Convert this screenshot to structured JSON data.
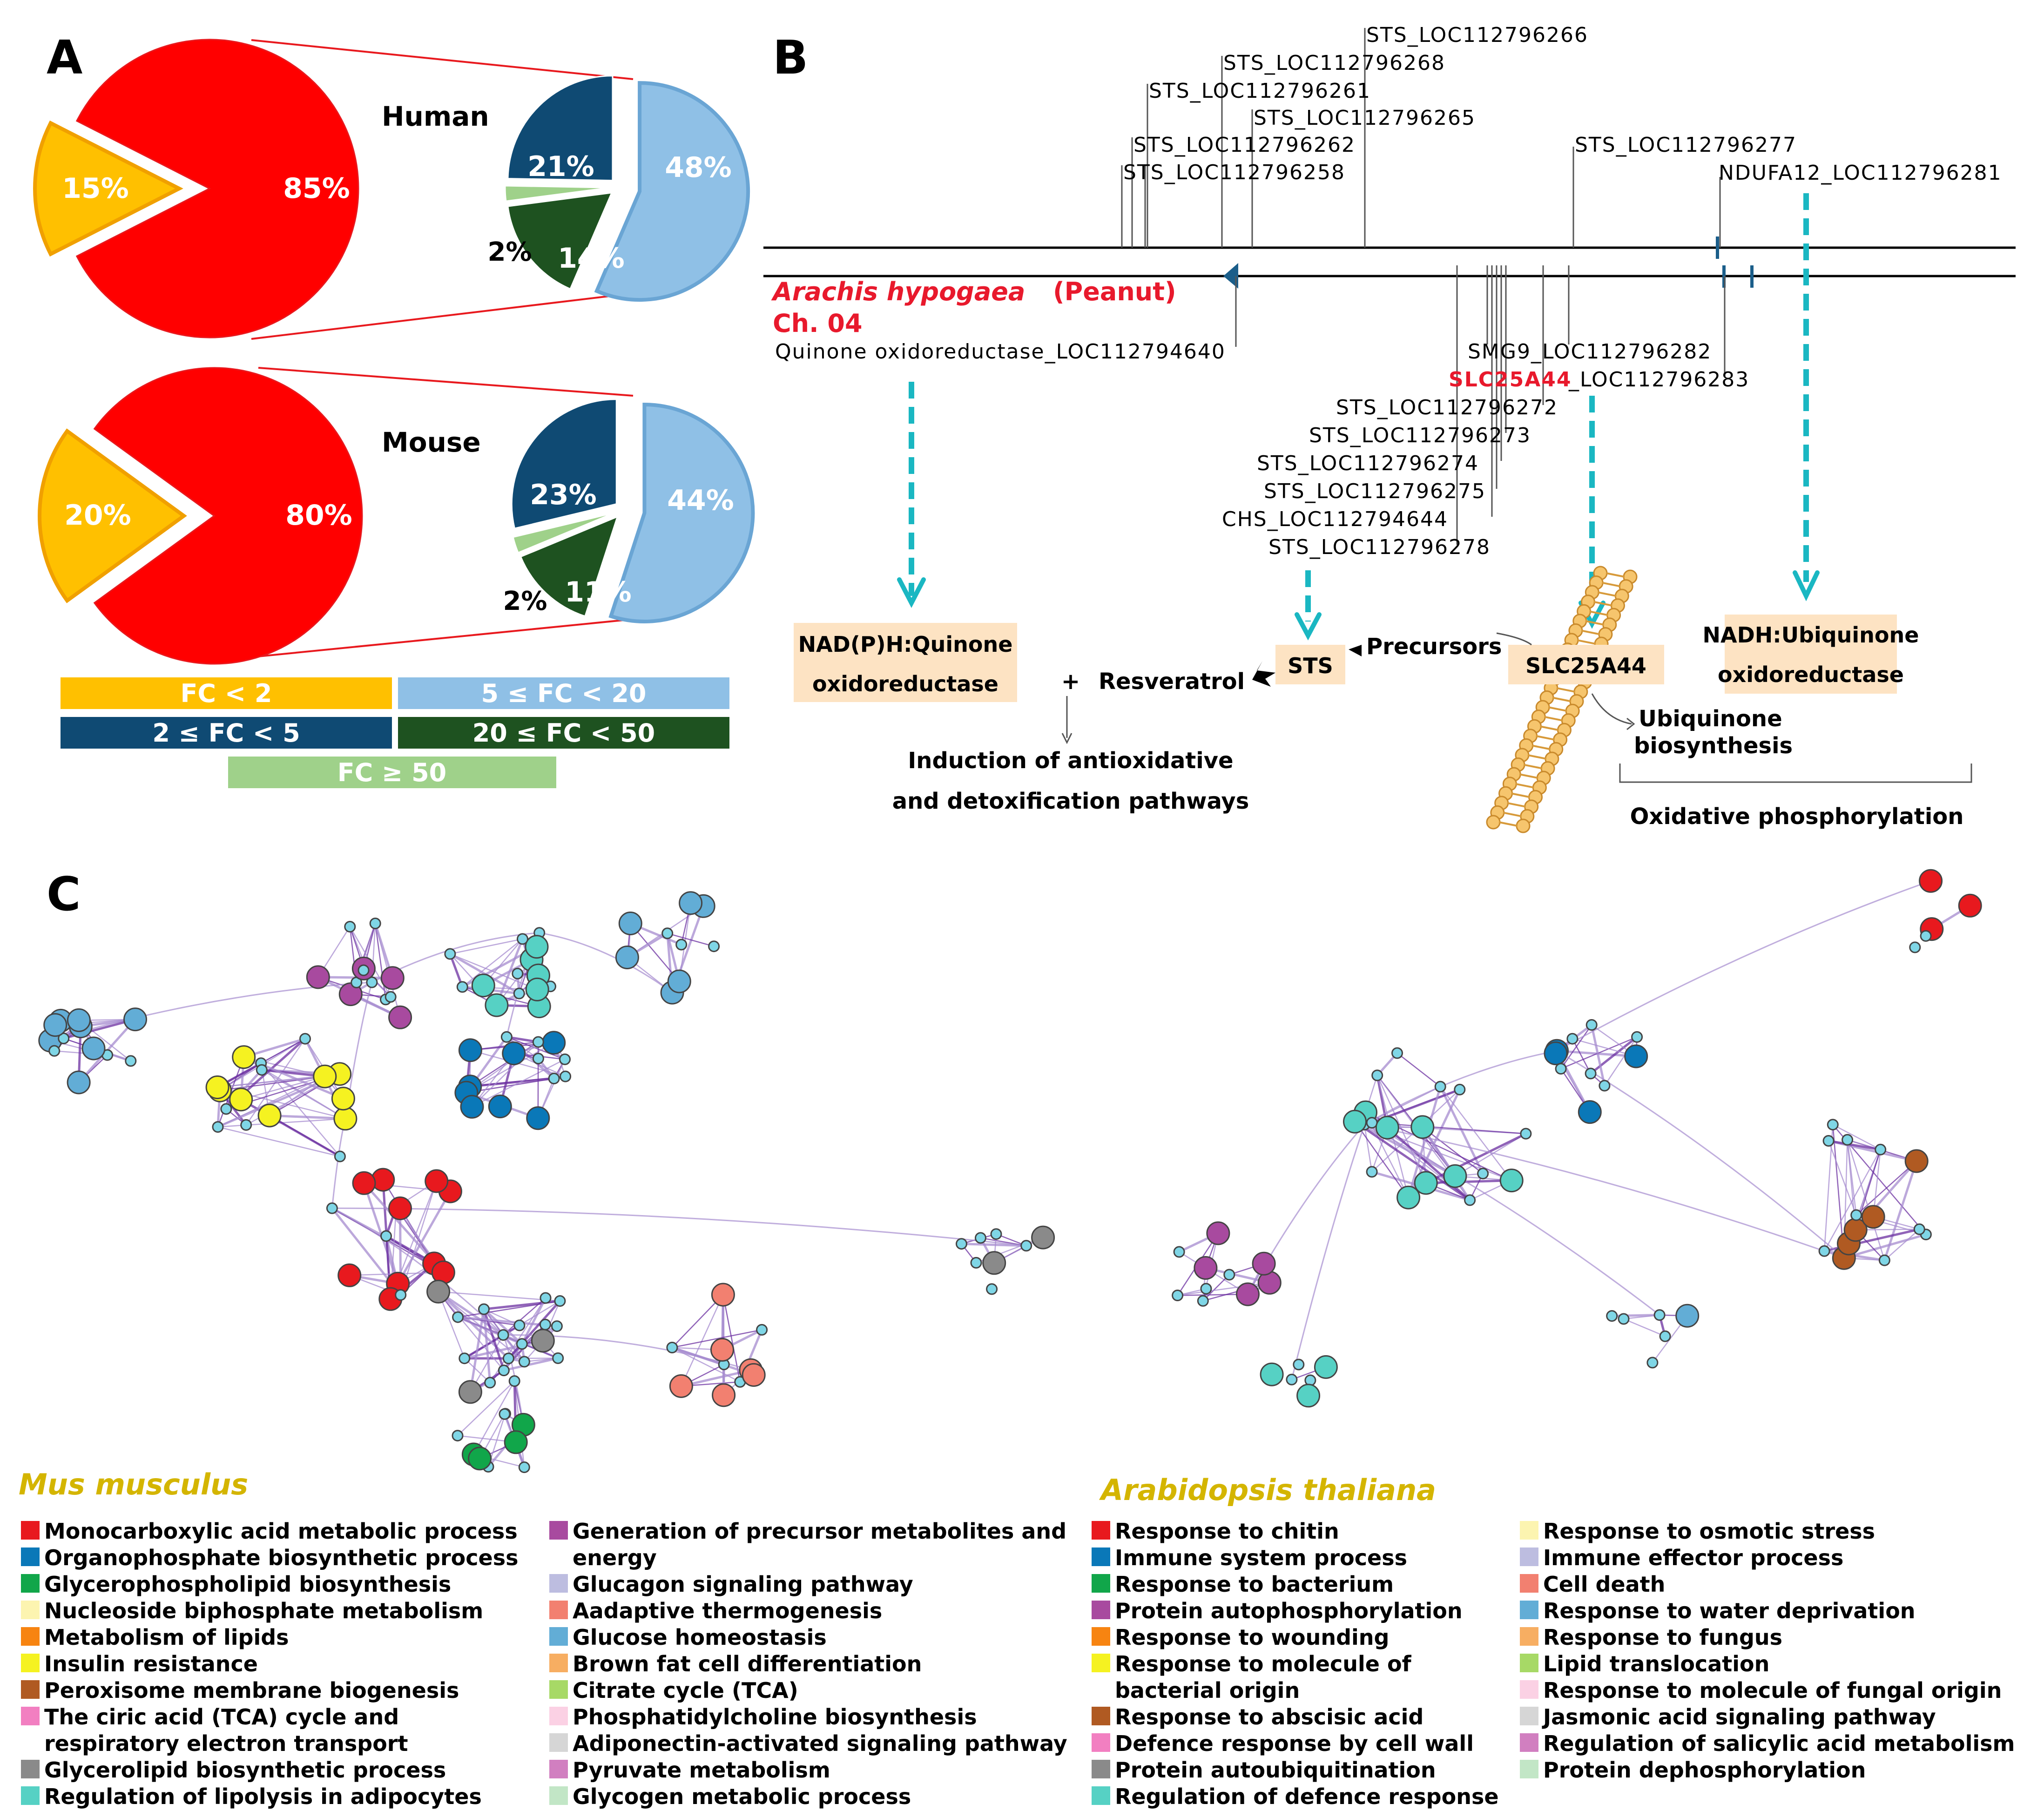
{
  "panels": {
    "a": "A",
    "b": "B",
    "c": "C"
  },
  "panel_a": {
    "human": {
      "species": "Human",
      "main": {
        "small_pct": 15,
        "small_label": "15%",
        "large_pct": 85,
        "large_label": "85%"
      },
      "detail": [
        {
          "key": "fc_5_20",
          "pct": 48,
          "label": "48%"
        },
        {
          "key": "fc_20_50",
          "pct": 14,
          "label": "14%"
        },
        {
          "key": "fc_ge50",
          "pct": 2,
          "label": "2%"
        },
        {
          "key": "fc_2_5",
          "pct": 21,
          "label": "21%"
        }
      ]
    },
    "mouse": {
      "species": "Mouse",
      "main": {
        "small_pct": 20,
        "small_label": "20%",
        "large_pct": 80,
        "large_label": "80%"
      },
      "detail": [
        {
          "key": "fc_5_20",
          "pct": 44,
          "label": "44%"
        },
        {
          "key": "fc_20_50",
          "pct": 11,
          "label": "11%"
        },
        {
          "key": "fc_ge50",
          "pct": 2,
          "label": "2%"
        },
        {
          "key": "fc_2_5",
          "pct": 23,
          "label": "23%"
        }
      ]
    },
    "legend": [
      {
        "key": "fc_lt2",
        "label": "FC < 2",
        "color": "#ffc000"
      },
      {
        "key": "fc_5_20",
        "label": "5 ≤ FC < 20",
        "color": "#8fc0e6"
      },
      {
        "key": "fc_2_5",
        "label": "2 ≤ FC < 5",
        "color": "#0f4a73"
      },
      {
        "key": "fc_20_50",
        "label": "20 ≤ FC < 50",
        "color": "#1e5220"
      },
      {
        "key": "fc_ge50",
        "label": "FC ≥ 50",
        "color": "#9fd18a"
      }
    ],
    "colors": {
      "large": "#ff0000",
      "small": "#ffc000"
    }
  },
  "panel_b": {
    "top_genes": [
      "STS_LOC112796266",
      "STS_LOC112796268",
      "STS_LOC112796261",
      "STS_LOC112796265",
      "STS_LOC112796262",
      "STS_LOC112796258",
      "STS_LOC112796277",
      "NDUFA12_LOC112796281"
    ],
    "organism": "Arachis hypogaea",
    "organism_common": "(Peanut)",
    "chromosome": "Ch. 04",
    "quinone_gene": "Quinone oxidoreductase_LOC112794640",
    "smg9": "SMG9_LOC112796282",
    "slc_name": "SLC25A44",
    "slc_loc": "_LOC112796283",
    "bottom_genes": [
      "STS_LOC112796272",
      "STS_LOC112796273",
      "STS_LOC112796274",
      "STS_LOC112796275",
      "CHS_LOC112794644",
      "STS_LOC112796278"
    ],
    "boxes": {
      "nadph_line1": "NAD(P)H:Quinone",
      "nadph_line2": "oxidoreductase",
      "sts": "STS",
      "slc": "SLC25A44",
      "nadh_line1": "NADH:Ubiquinone",
      "nadh_line2": "oxidoreductase"
    },
    "texts": {
      "plus": "+",
      "resveratrol": "Resveratrol",
      "precursors": "Precursors",
      "induction_line1": "Induction of antioxidative",
      "induction_line2": "and detoxification pathways",
      "ubiquinone_line1": "Ubiquinone",
      "ubiquinone_line2": "biosynthesis",
      "oxphos": "Oxidative phosphorylation"
    }
  },
  "panel_c": {
    "mus": {
      "title": "Mus musculus",
      "col1": [
        {
          "label": "Monocarboxylic acid metabolic process",
          "color": "#e8191e"
        },
        {
          "label": "Organophosphate biosynthetic process",
          "color": "#0a78b8"
        },
        {
          "label": "Glycerophospholipid biosynthesis",
          "color": "#11a64a"
        },
        {
          "label": "Nucleoside biphosphate metabolism",
          "color": "#fcf4b0"
        },
        {
          "label": "Metabolism of lipids",
          "color": "#f78411"
        },
        {
          "label": "Insulin resistance",
          "color": "#f5f221"
        },
        {
          "label": "Peroxisome membrane biogenesis",
          "color": "#b05a22"
        },
        {
          "label": "The ciric acid (TCA) cycle and",
          "color": "#f27fc1"
        },
        {
          "label": "respiratory electron transport",
          "color": ""
        },
        {
          "label": "Glycerolipid biosynthetic process",
          "color": "#8a8a8a"
        },
        {
          "label": "Regulation of lipolysis in adipocytes",
          "color": "#56d1c4"
        }
      ],
      "col2": [
        {
          "label": "Generation of precursor metabolites and",
          "color": "#a84a9f"
        },
        {
          "label": "energy",
          "color": ""
        },
        {
          "label": "Glucagon signaling pathway",
          "color": "#bdbde0"
        },
        {
          "label": "Aadaptive thermogenesis",
          "color": "#f28070"
        },
        {
          "label": "Glucose homeostasis",
          "color": "#62add6"
        },
        {
          "label": "Brown fat cell differentiation",
          "color": "#f7ae62"
        },
        {
          "label": "Citrate cycle (TCA)",
          "color": "#a7d966"
        },
        {
          "label": "Phosphatidylcholine biosynthesis",
          "color": "#fbd1e4"
        },
        {
          "label": "Adiponectin-activated signaling pathway",
          "color": "#d6d6d6"
        },
        {
          "label": "Pyruvate metabolism",
          "color": "#d17fc0"
        },
        {
          "label": "Glycogen metabolic process",
          "color": "#c2e6c6"
        }
      ]
    },
    "ara": {
      "title": "Arabidopsis thaliana",
      "col1": [
        {
          "label": "Response to chitin",
          "color": "#e8191e"
        },
        {
          "label": "Immune system process",
          "color": "#0a78b8"
        },
        {
          "label": "Response to bacterium",
          "color": "#11a64a"
        },
        {
          "label": "Protein autophosphorylation",
          "color": "#a84a9f"
        },
        {
          "label": "Response to wounding",
          "color": "#f78411"
        },
        {
          "label": "Response to molecule of",
          "color": "#f5f221"
        },
        {
          "label": "bacterial origin",
          "color": ""
        },
        {
          "label": "Response to abscisic acid",
          "color": "#b05a22"
        },
        {
          "label": "Defence response by cell wall",
          "color": "#f27fc1"
        },
        {
          "label": "Protein autoubiquitination",
          "color": "#8a8a8a"
        },
        {
          "label": "Regulation of defence response",
          "color": "#56d1c4"
        }
      ],
      "col2": [
        {
          "label": "Response to osmotic stress",
          "color": "#fcf4b0"
        },
        {
          "label": "Immune effector process",
          "color": "#bdbde0"
        },
        {
          "label": "Cell death",
          "color": "#f28070"
        },
        {
          "label": "Response to water deprivation",
          "color": "#62add6"
        },
        {
          "label": "Response to fungus",
          "color": "#f7ae62"
        },
        {
          "label": "Lipid translocation",
          "color": "#a7d966"
        },
        {
          "label": "Response to molecule of fungal origin",
          "color": "#fbd1e4"
        },
        {
          "label": "Jasmonic acid signaling pathway",
          "color": "#d6d6d6"
        },
        {
          "label": "Regulation of salicylic acid metabolism",
          "color": "#d17fc0"
        },
        {
          "label": "Protein dephosphorylation",
          "color": "#c2e6c6"
        }
      ]
    }
  }
}
